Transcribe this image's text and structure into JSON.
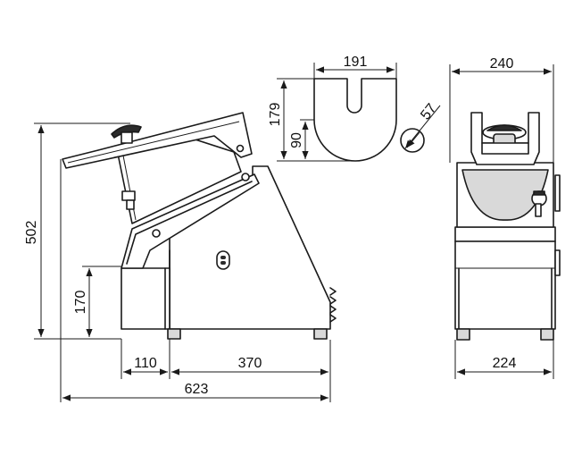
{
  "dimensions": {
    "total_height": "502",
    "base_height": "170",
    "front_depth": "110",
    "body_depth": "370",
    "total_depth": "623",
    "hopper_width": "191",
    "hopper_depth": "179",
    "slot_depth": "90",
    "feed_tube": "57",
    "overall_width": "240",
    "base_width": "224"
  }
}
